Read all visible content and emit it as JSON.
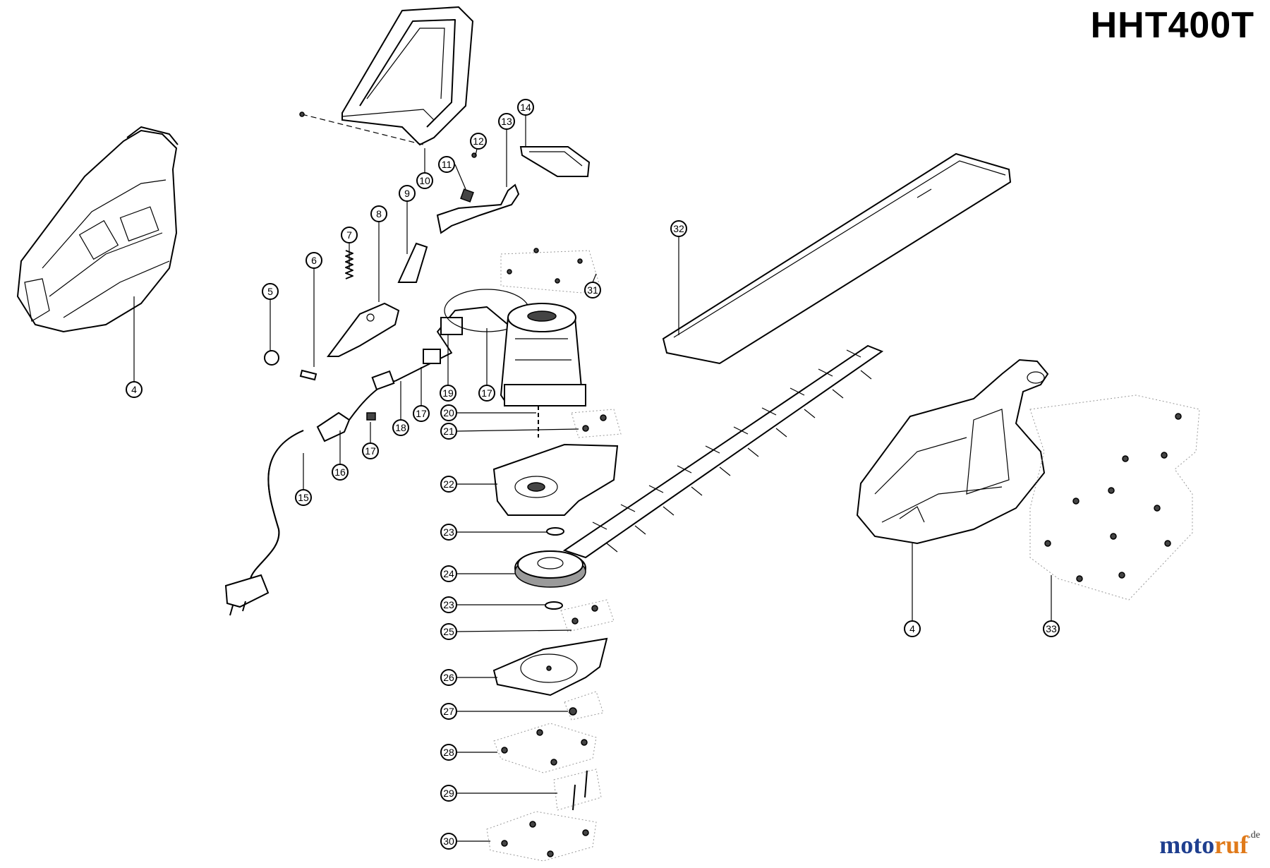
{
  "model": "HHT400T",
  "watermark": {
    "name_a": "moto",
    "name_b": "ruf",
    "tld": ".de",
    "color_a": "#1f3f8f",
    "color_b": "#e07a1a"
  },
  "callouts": [
    {
      "id": "c1",
      "label": "4"
    },
    {
      "id": "c2",
      "label": "5"
    },
    {
      "id": "c3",
      "label": "6"
    },
    {
      "id": "c4",
      "label": "7"
    },
    {
      "id": "c5",
      "label": "8"
    },
    {
      "id": "c6",
      "label": "9"
    },
    {
      "id": "c7",
      "label": "10"
    },
    {
      "id": "c8",
      "label": "11"
    },
    {
      "id": "c9",
      "label": "12"
    },
    {
      "id": "c10",
      "label": "13"
    },
    {
      "id": "c11",
      "label": "14"
    },
    {
      "id": "c12",
      "label": "15"
    },
    {
      "id": "c13",
      "label": "16"
    },
    {
      "id": "c14",
      "label": "17"
    },
    {
      "id": "c15",
      "label": "18"
    },
    {
      "id": "c16",
      "label": "17"
    },
    {
      "id": "c17",
      "label": "19"
    },
    {
      "id": "c18",
      "label": "17"
    },
    {
      "id": "c19",
      "label": "20"
    },
    {
      "id": "c20",
      "label": "21"
    },
    {
      "id": "c21",
      "label": "22"
    },
    {
      "id": "c22",
      "label": "23"
    },
    {
      "id": "c23",
      "label": "24"
    },
    {
      "id": "c24",
      "label": "23"
    },
    {
      "id": "c25",
      "label": "25"
    },
    {
      "id": "c26",
      "label": "26"
    },
    {
      "id": "c27",
      "label": "27"
    },
    {
      "id": "c28",
      "label": "28"
    },
    {
      "id": "c29",
      "label": "29"
    },
    {
      "id": "c30",
      "label": "30"
    },
    {
      "id": "c31",
      "label": "31"
    },
    {
      "id": "c32",
      "label": "32"
    },
    {
      "id": "c33",
      "label": "4"
    },
    {
      "id": "c34",
      "label": "33"
    }
  ]
}
